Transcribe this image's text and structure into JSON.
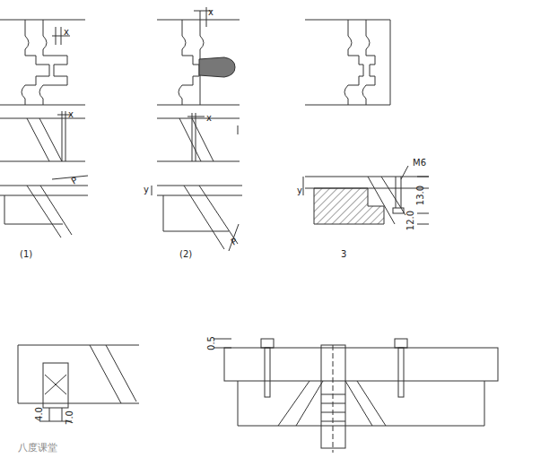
{
  "diagram": {
    "labels": [
      "x",
      "x",
      "P",
      "(1)",
      "x",
      "x",
      "y",
      "P",
      "(2)",
      "M6",
      "y",
      "13.0",
      "12.0",
      "3",
      "0.5",
      "4.0",
      "7.0",
      "八度课堂"
    ]
  }
}
